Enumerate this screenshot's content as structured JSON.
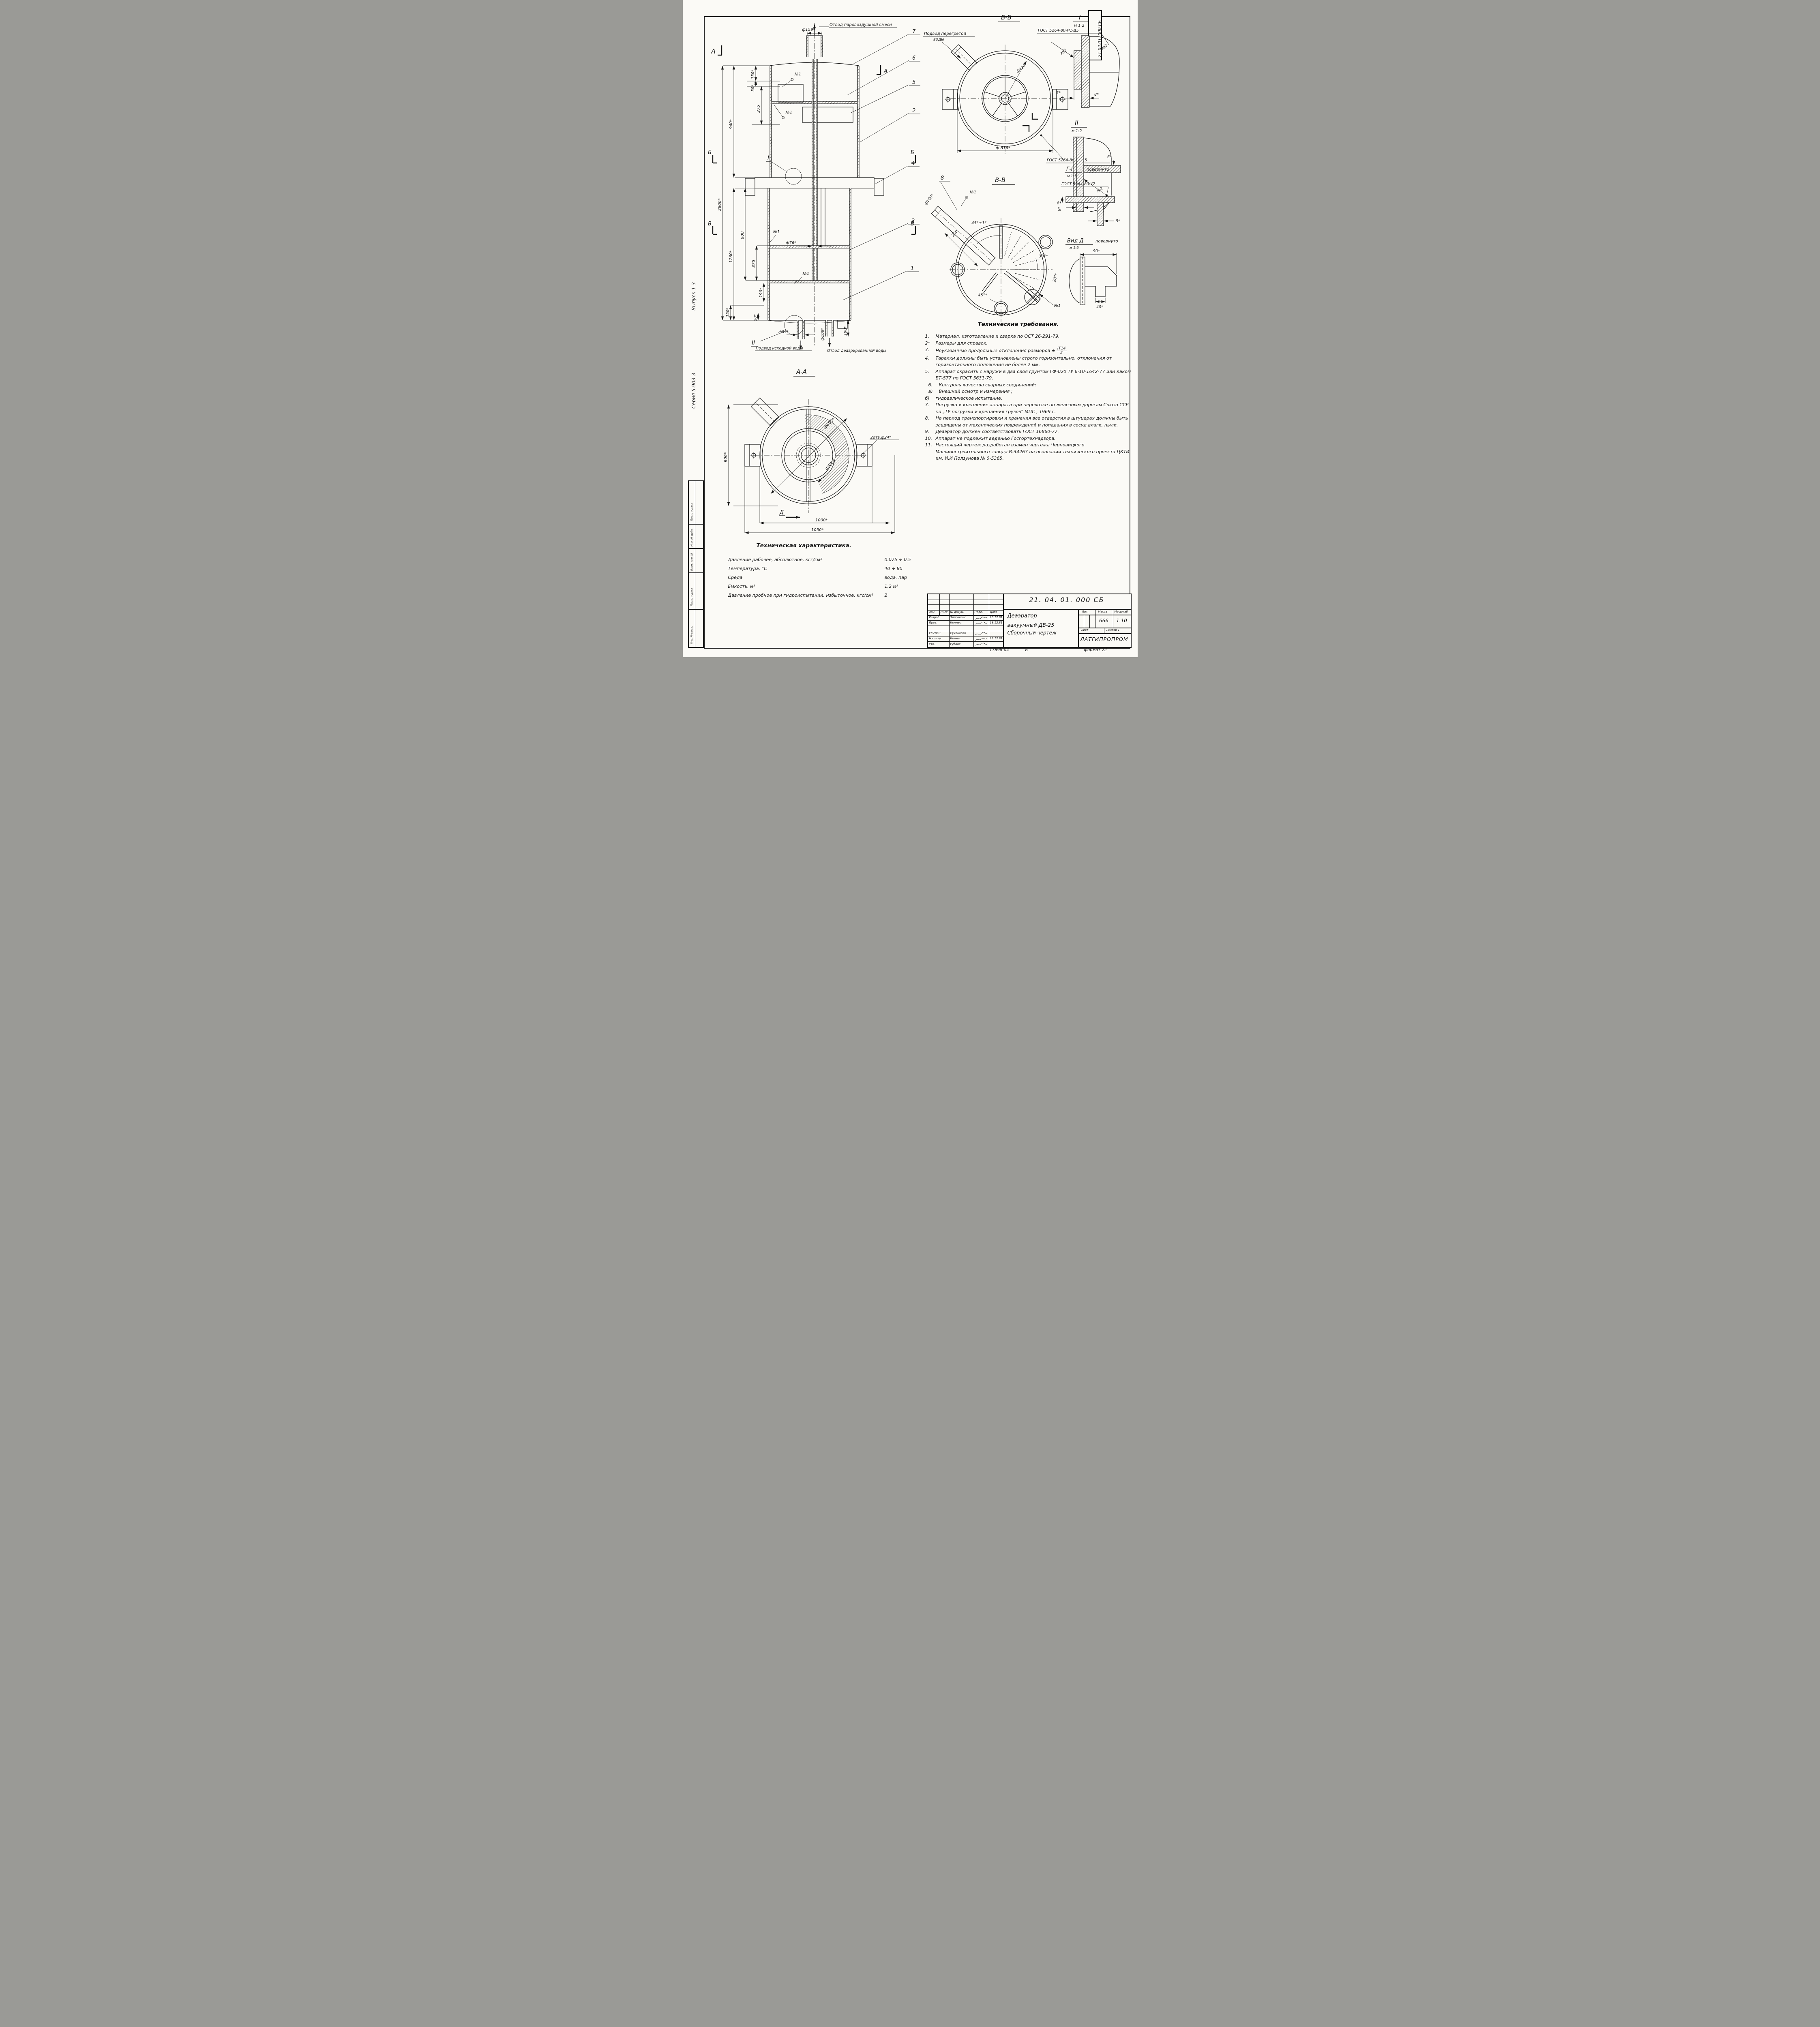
{
  "sheet": {
    "stamp_vertical": "21.04.01. 000 СБ",
    "series_note": "Серия  5.903-3",
    "issue_note": "Выпуск 1-3",
    "margin_rows": [
      {
        "label": "Подп. и дата"
      },
      {
        "label": "Инв. № дубл."
      },
      {
        "label": "Взам. инв. №"
      },
      {
        "label": "Подп. и дата"
      },
      {
        "label": "Инв. № подл."
      }
    ],
    "footer_code": "17898-04",
    "footer_sheet": "Б",
    "footer_format": "формат 22"
  },
  "main_view": {
    "nozzle_top_label": "Отвод паровоздушной смеси",
    "inlet_label": "Подвод исходной воды",
    "outlet_label": "Отвод деаэрированной воды",
    "weld_tag": "№1",
    "markers": {
      "a": "А",
      "b": "Б",
      "v": "В",
      "i": "I",
      "ii": "II"
    },
    "callouts": {
      "c1": "1",
      "c2": "2",
      "c3": "3",
      "c4": "4",
      "c5": "5",
      "c6": "6",
      "c7": "7"
    },
    "dims": {
      "dia159": "ф159*",
      "d150t": "150*",
      "d50t": "50*",
      "d375t": "375",
      "d940": "940*",
      "d2800": "2800*",
      "d1260": "1260*",
      "d800": "800",
      "d375b": "375",
      "d190": "190*",
      "d150b": "150*",
      "d50b": "50*",
      "dia76": "ф76*",
      "dia89": "ф89*",
      "dia108": "ф108*",
      "d100": "100*"
    }
  },
  "section_aa": {
    "title": "А-А",
    "d906": "906*",
    "d1000": "1000*",
    "d1050": "1050*",
    "dia690": "ф690*",
    "dia570": "ф570*",
    "holes": "2отв.ф24*",
    "marker_d": "Д"
  },
  "section_bb": {
    "title": "Б-Б",
    "superheated_label_1": "Подвод перегретой",
    "superheated_label_2": "воды",
    "gost_top": "ГОСТ 5264-80-Н1-Δ5",
    "gost_bottom": "ГОСТ 5264-80-Т1-Δ5",
    "tag2": "№2",
    "dia420": "ф420*",
    "dia816": "ф 816*"
  },
  "section_vv": {
    "title": "В-В",
    "callout8": "8",
    "tag1": "№1",
    "dia108": "ф108*",
    "d200": "200",
    "ang45tol": "45°±1°",
    "ang30": "30°*",
    "ang20": "20°*",
    "ang45": "45°*"
  },
  "detail_i": {
    "title": "I",
    "scale": "м 1:2",
    "d5": "5*",
    "d8": "8*",
    "tag2": "№2"
  },
  "detail_ii": {
    "title": "II",
    "scale": "м 1:2",
    "d8": "8*",
    "d6": "6*",
    "tag1": "№1"
  },
  "section_gg": {
    "title": "Г-Г",
    "scale": "м 1:1",
    "rotated": "повернуто",
    "gost": "ГОСТ 5264-80-У7",
    "d6": "6*",
    "d5": "5*"
  },
  "view_d": {
    "title": "Вид Д",
    "scale": "м 1:5",
    "rotated": "повернуто",
    "d90": "90*",
    "d40": "40*"
  },
  "tech_requirements": {
    "title": "Технические требования.",
    "tol_num": "IT14",
    "tol_den": "2",
    "items": [
      {
        "n": "1.",
        "t": "Материал, изготовление и сварка по ОСТ 26-291-79."
      },
      {
        "n": "2*",
        "t": "Размеры для справок."
      },
      {
        "n": "3.",
        "t": "Неуказанные предельные отклонения размеров ±"
      },
      {
        "n": "4.",
        "t": "Тарелки должны быть установлены строго горизонтально, отклонения от горизонтального положения не более 2 мм."
      },
      {
        "n": "5.",
        "t": "Аппарат окрасить с наружи в два слоя грунтом ГФ-020 ТУ 6-10-1642-77 или лаком БТ-577 по ГОСТ 5631-79."
      },
      {
        "n": "6.",
        "t": "Контроль качества сварных соединений:"
      },
      {
        "n": "а)",
        "t": "Внешний осмотр и измерения ;"
      },
      {
        "n": "б)",
        "t": "гидравлическое испытание."
      },
      {
        "n": "7.",
        "t": "Погрузка и крепление аппарата при перевозке по железным дорогам Союза ССР по „ТУ погрузки и крепления грузов\" МПС , 1969 г."
      },
      {
        "n": "8.",
        "t": "На период транспортировки и хранения все отверстия в штуцерах должны быть защищены от механических повреждений и попадания в сосуд влаги, пыли."
      },
      {
        "n": "9.",
        "t": "Деаэратор должен соответствовать ГОСТ 16860-77."
      },
      {
        "n": "10.",
        "t": "Аппарат не подлежит ведению Госгортехнадзора."
      },
      {
        "n": "11.",
        "t": "Настоящий чертеж разработан взамен чертежа Черновицкого Машиностроительного завода В-34267 на основании технического проекта ЦКТИ им. И.И Ползунова № 0-5365."
      }
    ]
  },
  "tech_characteristics": {
    "title": "Техническая характеристика.",
    "rows": [
      {
        "param": "Давление рабочее, абсолютное, кгс/см²",
        "value": "0.075 ÷ 0.5"
      },
      {
        "param": "Температура,  °С",
        "value": "40 ÷ 80"
      },
      {
        "param": "Среда",
        "value": "вода, пар"
      },
      {
        "param": "Емкость, м³",
        "value": "1.2 м³"
      },
      {
        "param": "Давление пробное при гидроиспытании, избыточное, кгс/см²",
        "value": "2"
      }
    ]
  },
  "title_block": {
    "doc_number": "21. 04. 01. 000 СБ",
    "cols": [
      "Изм.",
      "Лист",
      "№ докум.",
      "Подп.",
      "Дата"
    ],
    "rows": [
      {
        "role": "Разраб.",
        "name": "Зилгалвис",
        "date": "16.12.81"
      },
      {
        "role": "Пров.",
        "name": "Колмец",
        "date": "18.12.81"
      },
      {
        "role": "",
        "name": "",
        "date": ""
      },
      {
        "role": "Гл.спец",
        "name": "Сухоносов",
        "date": ""
      },
      {
        "role": "Н.контр.",
        "name": "Колмец",
        "date": "18.12.81"
      },
      {
        "role": "Утв.",
        "name": "Рубинс",
        "date": ""
      }
    ],
    "product_title_1": "Деаэратор",
    "product_title_2": "вакуумный ДВ-25",
    "product_title_3": "Сборочный чертеж",
    "lit_label": "Лит.",
    "mass_label": "Масса",
    "scale_label": "Масштаб",
    "mass": "666",
    "scale": "1.10",
    "sheet_label": "Лист",
    "sheets_label": "Листов 1",
    "org": "ЛАТГИПРОПРОМ"
  }
}
